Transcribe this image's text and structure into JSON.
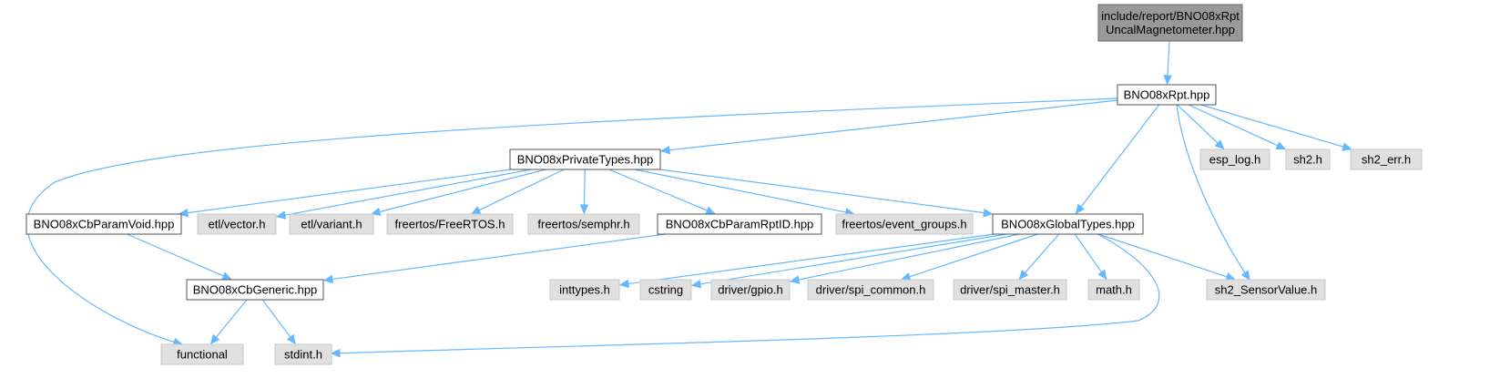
{
  "colors": {
    "edge": "#63b8ff",
    "focus_fill": "#999999",
    "focus_stroke": "#666666",
    "documented_fill": "#ffffff",
    "documented_stroke": "#555555",
    "external_fill": "#e0e0e0",
    "external_stroke": "#c8c8c8"
  },
  "nodes": [
    {
      "id": "root",
      "kind": "focus",
      "lines": [
        "include/report/BNO08xRpt",
        "UncalMagnetometer.hpp"
      ]
    },
    {
      "id": "rpt",
      "kind": "documented",
      "lines": [
        "BNO08xRpt.hpp"
      ]
    },
    {
      "id": "private",
      "kind": "documented",
      "lines": [
        "BNO08xPrivateTypes.hpp"
      ]
    },
    {
      "id": "esplog",
      "kind": "external",
      "lines": [
        "esp_log.h"
      ]
    },
    {
      "id": "sh2",
      "kind": "external",
      "lines": [
        "sh2.h"
      ]
    },
    {
      "id": "sh2err",
      "kind": "external",
      "lines": [
        "sh2_err.h"
      ]
    },
    {
      "id": "paramvoid",
      "kind": "documented",
      "lines": [
        "BNO08xCbParamVoid.hpp"
      ]
    },
    {
      "id": "etlvector",
      "kind": "external",
      "lines": [
        "etl/vector.h"
      ]
    },
    {
      "id": "etlvariant",
      "kind": "external",
      "lines": [
        "etl/variant.h"
      ]
    },
    {
      "id": "freertos",
      "kind": "external",
      "lines": [
        "freertos/FreeRTOS.h"
      ]
    },
    {
      "id": "semphr",
      "kind": "external",
      "lines": [
        "freertos/semphr.h"
      ]
    },
    {
      "id": "paramrptid",
      "kind": "documented",
      "lines": [
        "BNO08xCbParamRptID.hpp"
      ]
    },
    {
      "id": "eventgroups",
      "kind": "external",
      "lines": [
        "freertos/event_groups.h"
      ]
    },
    {
      "id": "global",
      "kind": "documented",
      "lines": [
        "BNO08xGlobalTypes.hpp"
      ]
    },
    {
      "id": "cbgeneric",
      "kind": "documented",
      "lines": [
        "BNO08xCbGeneric.hpp"
      ]
    },
    {
      "id": "inttypes",
      "kind": "external",
      "lines": [
        "inttypes.h"
      ]
    },
    {
      "id": "cstring",
      "kind": "external",
      "lines": [
        "cstring"
      ]
    },
    {
      "id": "gpio",
      "kind": "external",
      "lines": [
        "driver/gpio.h"
      ]
    },
    {
      "id": "spicommon",
      "kind": "external",
      "lines": [
        "driver/spi_common.h"
      ]
    },
    {
      "id": "spimaster",
      "kind": "external",
      "lines": [
        "driver/spi_master.h"
      ]
    },
    {
      "id": "math",
      "kind": "external",
      "lines": [
        "math.h"
      ]
    },
    {
      "id": "sensorvalue",
      "kind": "external",
      "lines": [
        "sh2_SensorValue.h"
      ]
    },
    {
      "id": "functional",
      "kind": "external",
      "lines": [
        "functional"
      ]
    },
    {
      "id": "stdint",
      "kind": "external",
      "lines": [
        "stdint.h"
      ]
    }
  ],
  "edges": [
    [
      "root",
      "rpt"
    ],
    [
      "rpt",
      "private"
    ],
    [
      "rpt",
      "esplog"
    ],
    [
      "rpt",
      "sh2"
    ],
    [
      "rpt",
      "sh2err"
    ],
    [
      "rpt",
      "global"
    ],
    [
      "rpt",
      "sensorvalue"
    ],
    [
      "rpt",
      "functional"
    ],
    [
      "private",
      "paramvoid"
    ],
    [
      "private",
      "etlvector"
    ],
    [
      "private",
      "etlvariant"
    ],
    [
      "private",
      "freertos"
    ],
    [
      "private",
      "semphr"
    ],
    [
      "private",
      "paramrptid"
    ],
    [
      "private",
      "eventgroups"
    ],
    [
      "private",
      "global"
    ],
    [
      "paramvoid",
      "cbgeneric"
    ],
    [
      "paramrptid",
      "cbgeneric"
    ],
    [
      "global",
      "inttypes"
    ],
    [
      "global",
      "cstring"
    ],
    [
      "global",
      "gpio"
    ],
    [
      "global",
      "spicommon"
    ],
    [
      "global",
      "spimaster"
    ],
    [
      "global",
      "math"
    ],
    [
      "global",
      "sensorvalue"
    ],
    [
      "global",
      "stdint"
    ],
    [
      "cbgeneric",
      "functional"
    ],
    [
      "cbgeneric",
      "stdint"
    ]
  ]
}
